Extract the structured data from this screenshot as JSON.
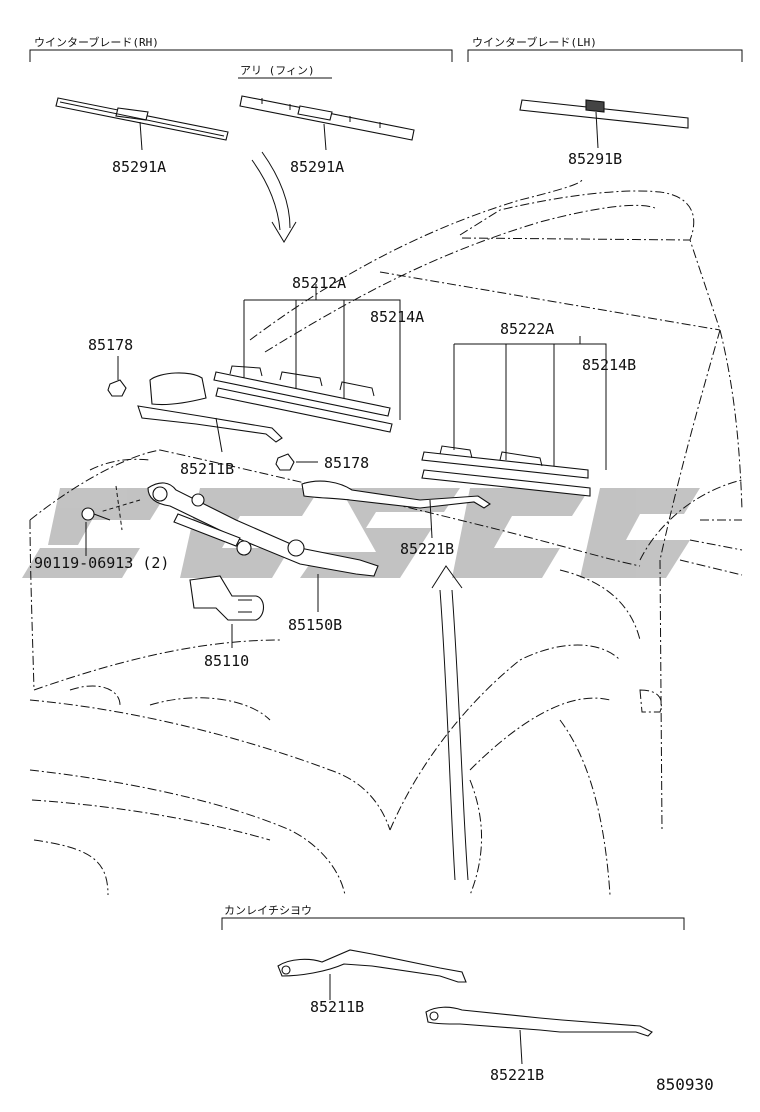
{
  "sections": {
    "rh_winter_blade": "ウインターブレード(RH)",
    "lh_winter_blade": "ウインターブレード(LH)",
    "with_fin": "アリ (フィン)",
    "cold_area": "カンレイチシヨウ"
  },
  "parts": {
    "p85291A_left": "85291A",
    "p85291A_right": "85291A",
    "p85291B": "85291B",
    "p85212A": "85212A",
    "p85214A": "85214A",
    "p85222A": "85222A",
    "p85214B": "85214B",
    "p85178_a": "85178",
    "p85178_b": "85178",
    "p85211B": "85211B",
    "p85221B": "85221B",
    "p90119": "90119-06913 (2)",
    "p85150B": "85150B",
    "p85110": "85110",
    "p85211B_cold": "85211B",
    "p85221B_cold": "85221B"
  },
  "diagram_code": "850930",
  "colors": {
    "line": "#111111",
    "watermark": "#b8b8b8"
  }
}
